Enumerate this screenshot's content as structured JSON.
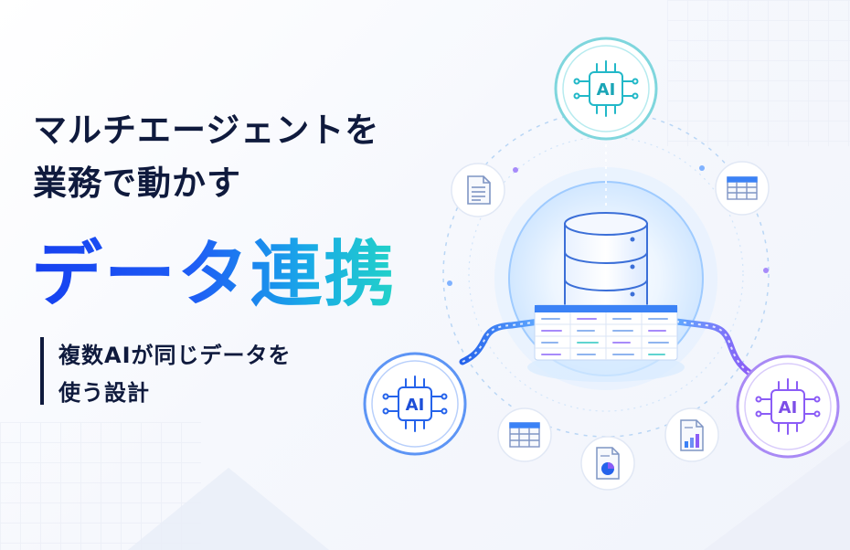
{
  "headline": {
    "line1": "マルチエージェントを",
    "line2": "業務で動かす",
    "main": "データ連携"
  },
  "subtitle": {
    "line1": "複数AIが同じデータを",
    "line2": "使う設計"
  },
  "nodes": {
    "top": {
      "label": "AI",
      "color": "#22b8c8"
    },
    "left": {
      "label": "AI",
      "color": "#2563eb"
    },
    "right": {
      "label": "AI",
      "color": "#8b5cf6"
    }
  },
  "icons": {
    "database": "database-icon",
    "document": "document-icon",
    "spreadsheet": "spreadsheet-icon",
    "bar_report": "bar-report-icon",
    "pie_report": "pie-report-icon"
  },
  "colors": {
    "navy_text": "#0f1a3d",
    "headline_blue": "#1640f0",
    "headline_cyan": "#22d3c8",
    "hub_glow": "#7fc2ff"
  }
}
